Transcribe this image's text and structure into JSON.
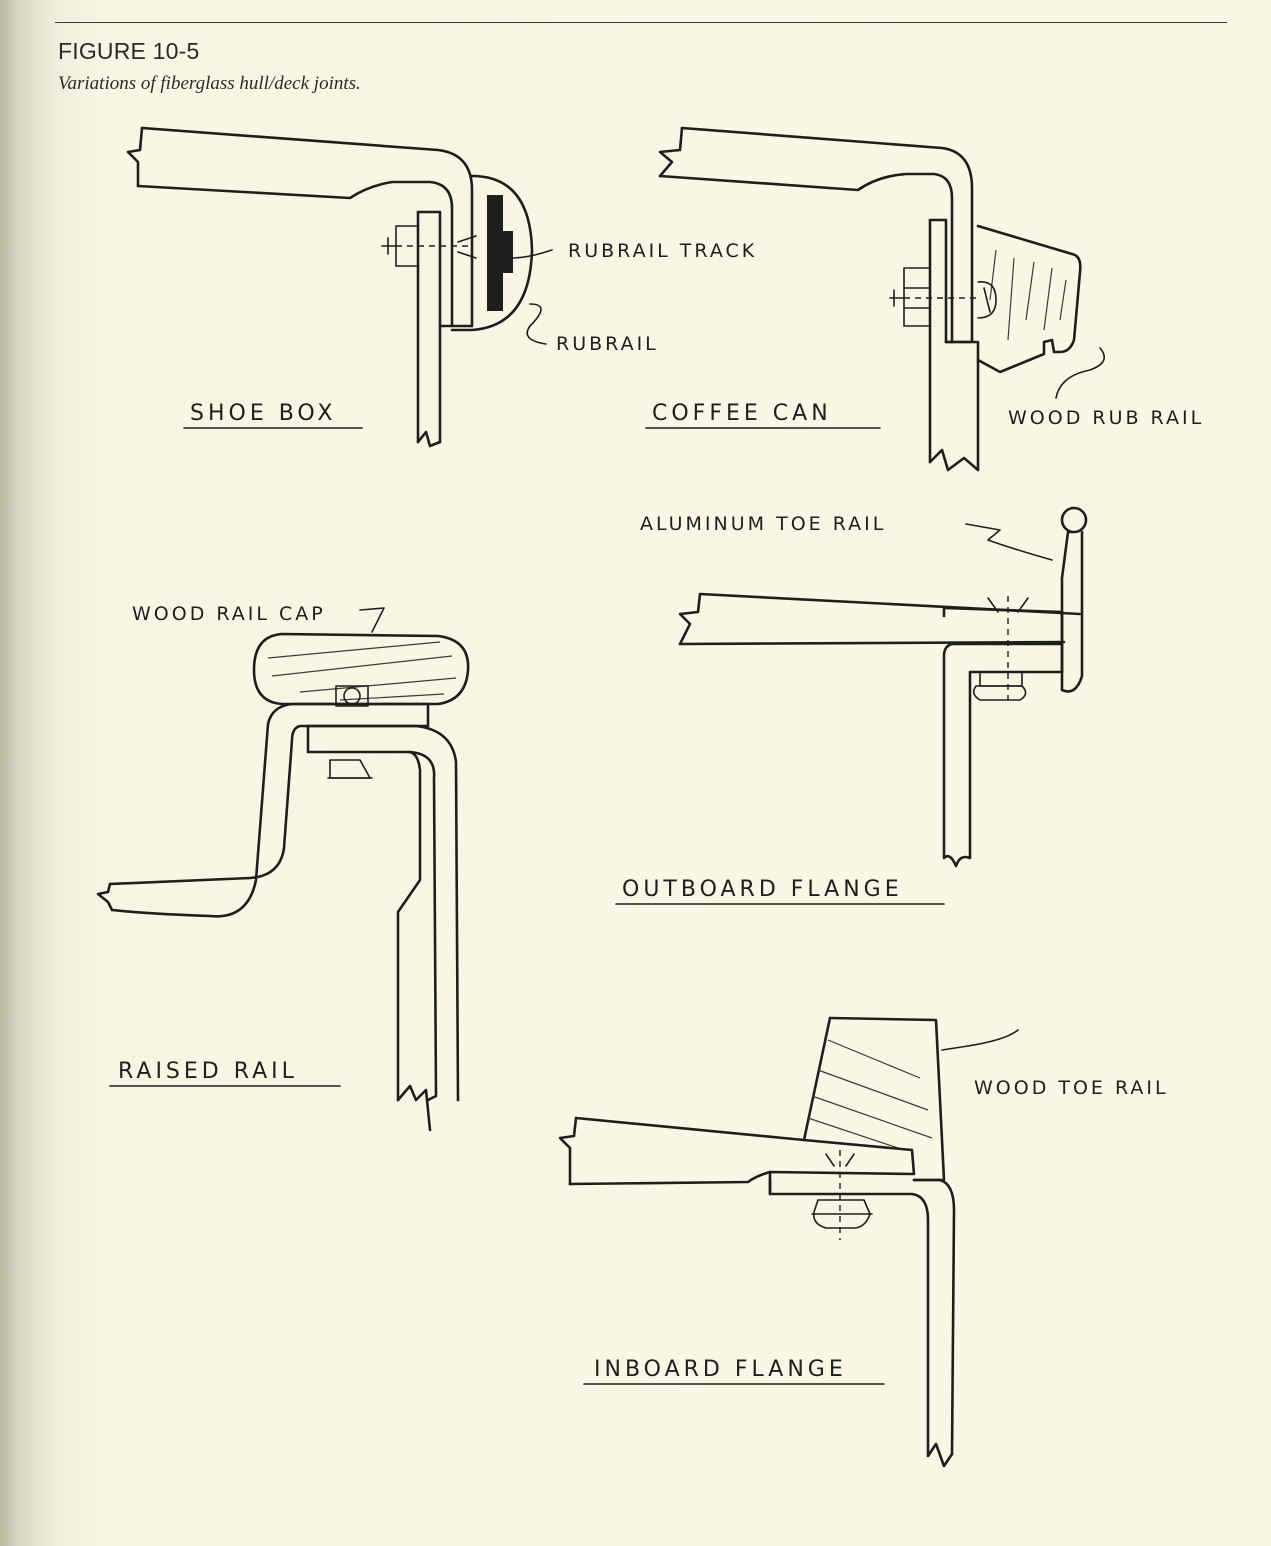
{
  "figure": {
    "number": "FIGURE 10-5",
    "caption": "Variations of fiberglass hull/deck joints."
  },
  "diagrams": [
    {
      "title": "SHOE BOX",
      "labels": [
        "RUBRAIL TRACK",
        "RUBRAIL"
      ]
    },
    {
      "title": "COFFEE CAN",
      "labels": [
        "WOOD RUB RAIL"
      ]
    },
    {
      "title": "OUTBOARD FLANGE",
      "labels": [
        "ALUMINUM TOE RAIL"
      ]
    },
    {
      "title": "RAISED RAIL",
      "labels": [
        "WOOD RAIL CAP"
      ]
    },
    {
      "title": "INBOARD FLANGE",
      "labels": [
        "WOOD TOE RAIL"
      ]
    }
  ]
}
